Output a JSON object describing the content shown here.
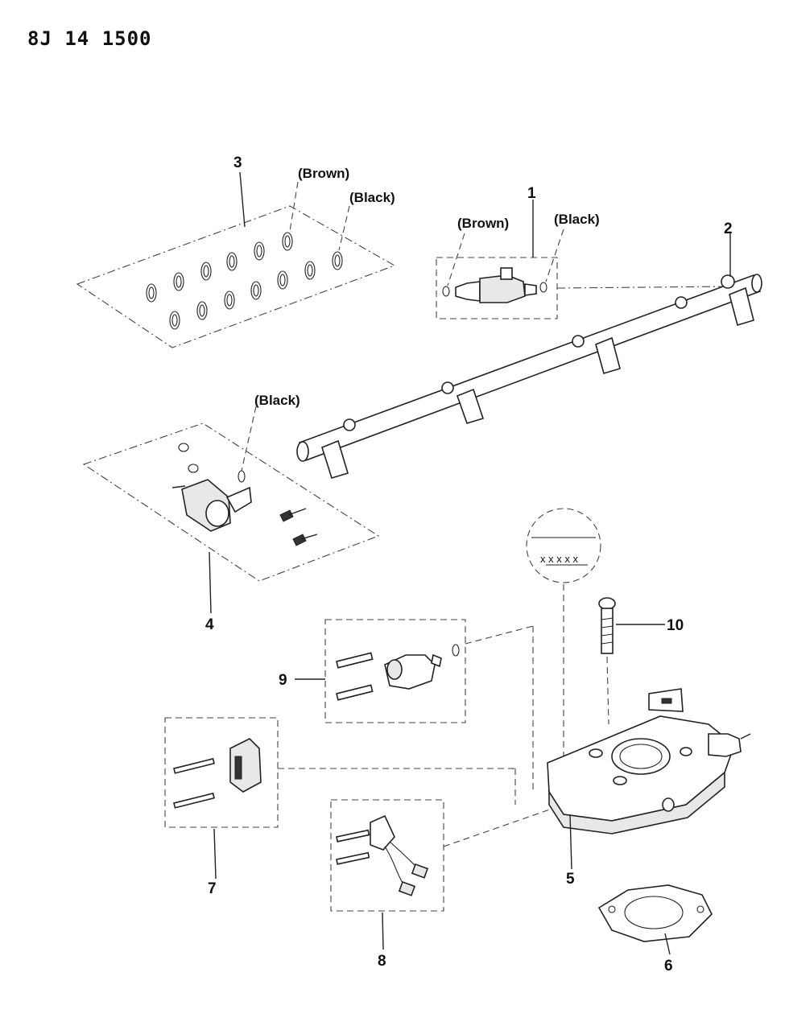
{
  "header": {
    "code": "8J 14 1500"
  },
  "callouts": [
    {
      "id": "1",
      "text": "1"
    },
    {
      "id": "2",
      "text": "2"
    },
    {
      "id": "3",
      "text": "3"
    },
    {
      "id": "4",
      "text": "4"
    },
    {
      "id": "5",
      "text": "5"
    },
    {
      "id": "6",
      "text": "6"
    },
    {
      "id": "7",
      "text": "7"
    },
    {
      "id": "8",
      "text": "8"
    },
    {
      "id": "9",
      "text": "9"
    },
    {
      "id": "10",
      "text": "10"
    }
  ],
  "color_labels": {
    "oring_kit_brown": "(Brown)",
    "oring_kit_black": "(Black)",
    "injector_brown": "(Brown)",
    "injector_black": "(Black)",
    "regulator_black": "(Black)"
  },
  "detail_circle": {
    "text": "x x x x x"
  }
}
